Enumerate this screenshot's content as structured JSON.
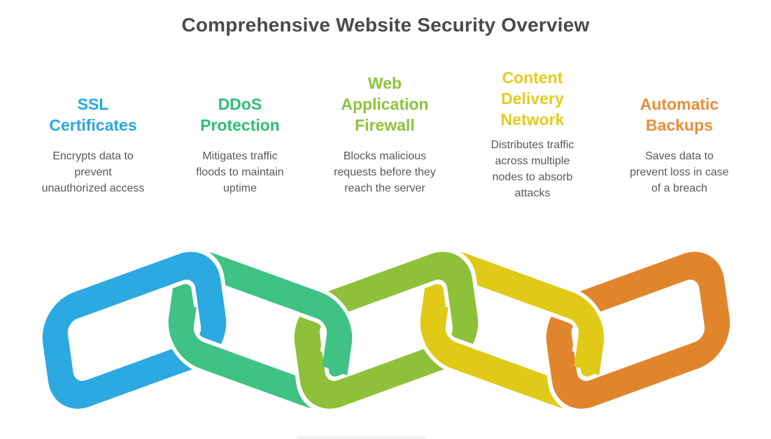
{
  "title": "Comprehensive Website Security Overview",
  "title_color": "#4A4A4C",
  "description_color": "#58595C",
  "columns": [
    {
      "heading": "SSL\nCertificates",
      "heading_color": "#2AA7DE",
      "description": "Encrypts data to\nprevent\nunauthorized access"
    },
    {
      "heading": "DDoS\nProtection",
      "heading_color": "#2EBE76",
      "description": "Mitigates traffic\nfloods to maintain\nuptime"
    },
    {
      "heading": "Web\nApplication\nFirewall",
      "heading_color": "#8CC43D",
      "description": "Blocks malicious\nrequests before they\nreach the server"
    },
    {
      "heading": "Content\nDelivery\nNetwork",
      "heading_color": "#E4CC1C",
      "description": "Distributes traffic\nacross multiple\nnodes to absorb\nattacks"
    },
    {
      "heading": "Automatic\nBackups",
      "heading_color": "#E78E3A",
      "description": "Saves data to\nprevent loss in case\nof a breach"
    }
  ],
  "chain": {
    "links": [
      {
        "name": "ssl-certificates",
        "color": "#2CA9E1"
      },
      {
        "name": "ddos-protection",
        "color": "#3FC283"
      },
      {
        "name": "web-application-firewall",
        "color": "#8FC039"
      },
      {
        "name": "content-delivery-network",
        "color": "#E0CA17"
      },
      {
        "name": "automatic-backups",
        "color": "#E1852C"
      }
    ]
  },
  "footer_artifact_color": "#F3F1EE"
}
